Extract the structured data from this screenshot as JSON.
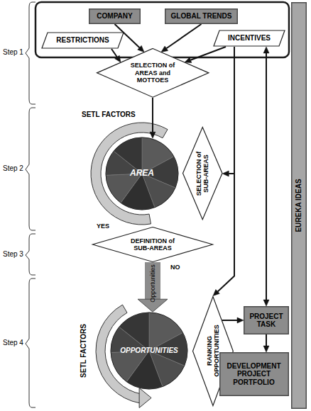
{
  "diagram": {
    "nodes": [
      {
        "text": [
          "COMPANY"
        ]
      },
      {
        "text": [
          "GLOBAL TRENDS"
        ]
      },
      {
        "text": [
          "RESTRICTIONS"
        ]
      },
      {
        "text": [
          "INCENTIVES"
        ]
      },
      {
        "text": [
          "SELECTION of AREAS and MOTTOES"
        ]
      },
      {
        "text": [
          "AREA"
        ]
      },
      {
        "text": [
          "SELECTION of SUB-AREAS"
        ]
      },
      {
        "text": [
          "DEFINITION of SUB-AREAS"
        ]
      },
      {
        "text": [
          "OPPORTUNITIES"
        ]
      },
      {
        "text": [
          "RANKING OPPORTUNITIES"
        ]
      },
      {
        "text": [
          "PROJECT TASK"
        ]
      },
      {
        "text": [
          "DEVELOPMENT PROJECT PORTFOLIO"
        ]
      },
      {
        "text": [
          "EUREKA IDEAS"
        ]
      }
    ],
    "edges": [
      {
        "from": 0,
        "to": 4,
        "arrow": "to"
      },
      {
        "from": 1,
        "to": 4,
        "arrow": "to"
      },
      {
        "from": 2,
        "to": 4,
        "arrow": "to"
      },
      {
        "from": 3,
        "to": 4,
        "arrow": "to"
      },
      {
        "from": 4,
        "to": 5,
        "arrow": "to"
      },
      {
        "from": 3,
        "to": 6,
        "arrow": "to"
      },
      {
        "from": 3,
        "to": 9,
        "arrow": "to"
      },
      {
        "from": 3,
        "to": 10,
        "arrow": "both"
      },
      {
        "from": 9,
        "to": 10,
        "arrow": "to"
      },
      {
        "from": 10,
        "to": 11,
        "arrow": "to"
      },
      {
        "from": 7,
        "to": 8,
        "label": "Opportunities",
        "arrow": "to"
      }
    ],
    "labels": [
      "Step 1",
      "SETL FACTORS",
      "Step 2",
      "YES",
      "NO",
      "Step 3",
      "SETL FACTORS",
      "Step 4"
    ]
  }
}
